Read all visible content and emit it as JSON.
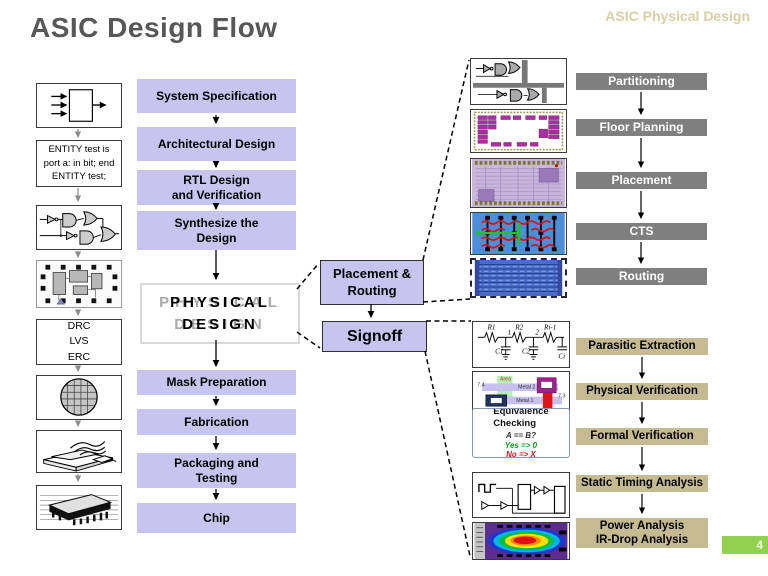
{
  "title": "ASIC Design Flow",
  "corner_label": "ASIC Physical Design",
  "page_number": "4",
  "colors": {
    "lavender": "#c7c5ef",
    "step_gray": "#7f7f7f",
    "step_tan": "#c6bb90",
    "page_green": "#92d050",
    "title_gray": "#575757",
    "corner_tan": "#d5d0a3"
  },
  "left_column": {
    "entity_code": "ENTITY test is\nport a: in bit; end\nENTITY test;",
    "checks": "DRC\nLVS\nERC"
  },
  "main_flow": [
    "System Specification",
    "Architectural Design",
    "RTL Design\nand Verification",
    "Synthesize the\nDesign"
  ],
  "physical_design": {
    "text": "PHYSICAL\nDESIGN"
  },
  "post_flow": [
    "Mask Preparation",
    "Fabrication",
    "Packaging and\nTesting",
    "Chip"
  ],
  "bridge": {
    "placement_routing": "Placement &\nRouting",
    "signoff": "Signoff"
  },
  "pr_steps": [
    "Partitioning",
    "Floor Planning",
    "Placement",
    "CTS",
    "Routing"
  ],
  "signoff_steps": [
    "Parasitic Extraction",
    "Physical Verification",
    "Formal Verification",
    "Static Timing Analysis",
    "Power Analysis\nIR-Drop Analysis"
  ],
  "images": {
    "equivalence": {
      "title": "Equivalence\nChecking",
      "question": "A == B?",
      "yes": "Yes => 0",
      "no": "No => X"
    },
    "rc_labels": {
      "r1": "R1",
      "r2": "R2",
      "ri": "Ri-1",
      "c1": "C1",
      "c2": "C2",
      "ci": "Ci",
      "n1": "1",
      "n2": "2"
    },
    "physver_labels": {
      "area": "Area",
      "m2": "Metal 2",
      "m1": "Metal 1",
      "d1": "7.4",
      "d2": "7.3"
    }
  }
}
